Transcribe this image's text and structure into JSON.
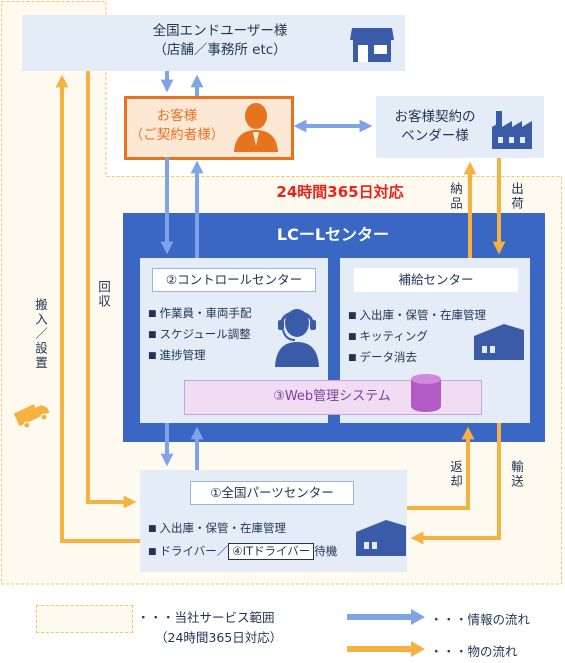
{
  "end_users": {
    "line1": "全国エンドユーザー様",
    "line2": "（店舗／事務所 etc）",
    "icon": "store-icon"
  },
  "customer": {
    "line1": "お客様",
    "line2": "（ご契約者様）",
    "icon": "person-icon"
  },
  "vendor": {
    "line1": "お客様契約の",
    "line2": "ベンダー様",
    "icon": "factory-icon"
  },
  "support_label": "24時間365日対応",
  "lc_center": {
    "title": "LCーLセンター"
  },
  "control_center": {
    "title": "②コントロールセンター",
    "items": [
      "作業員・車両手配",
      "スケジュール調整",
      "進捗管理"
    ],
    "icon": "headset-operator-icon"
  },
  "supply_center": {
    "title": "補給センター",
    "items": [
      "入出庫・保管・在庫管理",
      "キッティング",
      "データ消去"
    ],
    "icon": "warehouse-icon"
  },
  "web_system": {
    "label": "③Web管理システム",
    "icon": "database-icon"
  },
  "parts_center": {
    "title": "①全国パーツセンター",
    "item1": "入出庫・保管・在庫管理",
    "driver_prefix": "ドライバー／",
    "it_driver": "④ITドライバー",
    "standby": "待機",
    "icon": "warehouse-icon"
  },
  "flow_labels": {
    "collect": "回収",
    "deliver_install": "搬入／設置",
    "delivery_in": "納品",
    "shipment": "出荷",
    "return": "返却",
    "transport": "輸送"
  },
  "legend": {
    "area_label": "・・・当社サービス範囲",
    "area_sub": "（24時間365日対応）",
    "info_flow": "・・・情報の流れ",
    "goods_flow": "・・・物の流れ"
  },
  "colors": {
    "info_arrow": "#7ea3e6",
    "goods_arrow": "#f6b240",
    "lc_frame": "#3a66c4",
    "accent": "#e8731f",
    "alert": "#e8241a"
  }
}
